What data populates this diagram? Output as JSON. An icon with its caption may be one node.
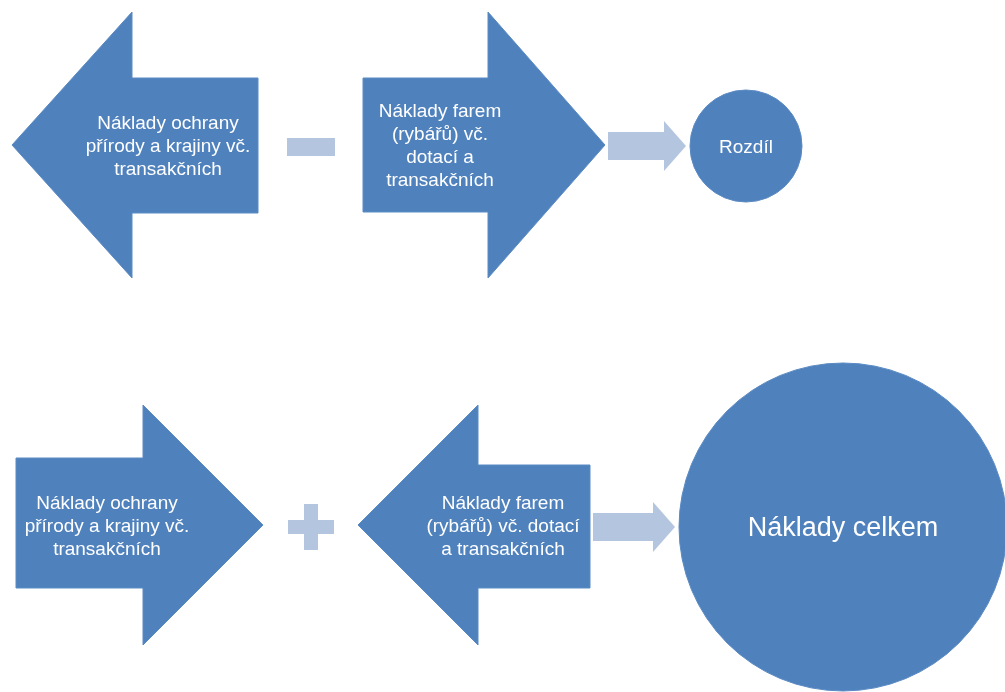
{
  "diagram": {
    "nodes": [
      {
        "text": [
          "Náklady ochrany přírody a krajiny vč. transakčních"
        ]
      },
      {
        "text": [
          "Náklady farem (rybářů) vč. dotací a transakčních"
        ]
      },
      {
        "text": [
          "Rozdíl"
        ]
      },
      {
        "text": [
          "Náklady ochrany přírody a krajiny vč. transakčních"
        ]
      },
      {
        "text": [
          "Náklady farem (rybářů) vč. dotací a transakčních"
        ]
      },
      {
        "text": [
          "Náklady celkem"
        ]
      }
    ],
    "edges": [
      {
        "from": 1,
        "to": 2,
        "arrow": "to"
      },
      {
        "from": 4,
        "to": 5,
        "arrow": "to"
      }
    ]
  }
}
